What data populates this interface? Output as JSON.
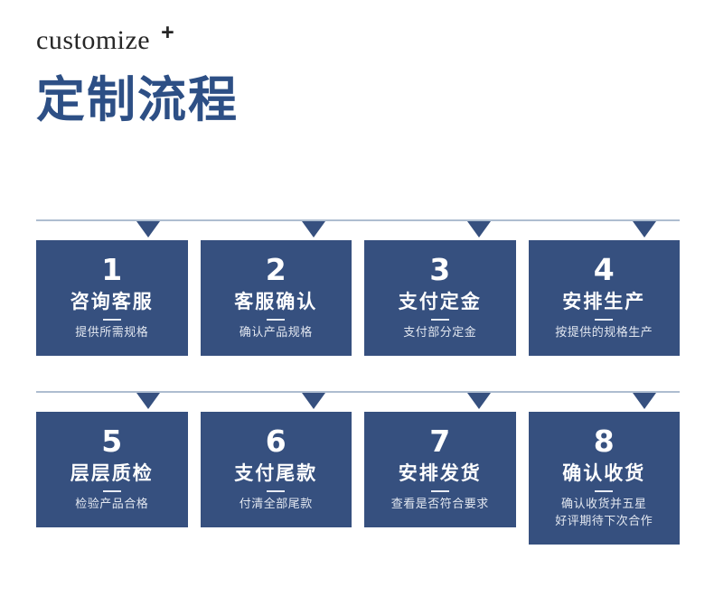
{
  "header": {
    "en_title": "customize",
    "plus_symbol": "+",
    "cn_title": "定制流程",
    "accent_color": "#2d4f85"
  },
  "theme": {
    "card_bg": "#36507f",
    "arrow_color": "#36507f",
    "line_color": "#aebdd0",
    "card_text": "#ffffff",
    "card_desc_text": "#e2e7f0"
  },
  "flow": {
    "rows": [
      {
        "cards": [
          {
            "number": "1",
            "title": "咨询客服",
            "desc": "提供所需规格"
          },
          {
            "number": "2",
            "title": "客服确认",
            "desc": "确认产品规格"
          },
          {
            "number": "3",
            "title": "支付定金",
            "desc": "支付部分定金"
          },
          {
            "number": "4",
            "title": "安排生产",
            "desc": "按提供的规格生产"
          }
        ]
      },
      {
        "cards": [
          {
            "number": "5",
            "title": "层层质检",
            "desc": "检验产品合格"
          },
          {
            "number": "6",
            "title": "支付尾款",
            "desc": "付清全部尾款"
          },
          {
            "number": "7",
            "title": "安排发货",
            "desc": "查看是否符合要求"
          },
          {
            "number": "8",
            "title": "确认收货",
            "desc": "确认收货并五星\n好评期待下次合作"
          }
        ]
      }
    ]
  }
}
